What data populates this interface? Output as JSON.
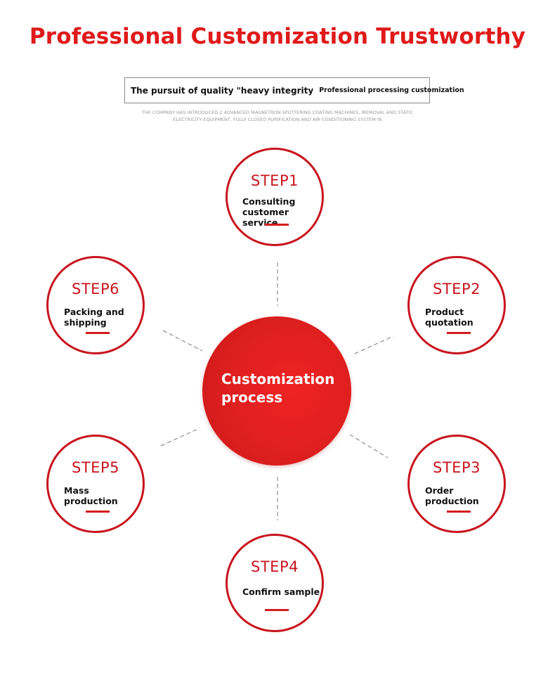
{
  "header": {
    "title": "Professional Customization Trustworthy",
    "tagline_main": "The pursuit of quality \"heavy integrity",
    "tagline_sub": "Professional processing customization",
    "note": "THE COMPANY HAS INTRODUCED 2 ADVANCED MAGNETRON SPUTTERING COATING MACHINES, IREMOVAL AND STATIC ELECTRICITY EQUIPMENT, FULLY CLOSED PURIFICATION AND AIR CONDITIONING SYSTEM IN"
  },
  "diagram": {
    "center_label": "Customization process",
    "steps": [
      {
        "title": "STEP1",
        "desc": "Consulting customer service"
      },
      {
        "title": "STEP2",
        "desc": "Product quotation"
      },
      {
        "title": "STEP3",
        "desc": "Order production"
      },
      {
        "title": "STEP4",
        "desc": "Confirm sample"
      },
      {
        "title": "STEP5",
        "desc": "Mass production"
      },
      {
        "title": "STEP6",
        "desc": "Packing and shipping"
      }
    ]
  },
  "colors": {
    "accent_red": "#e01a1a",
    "circle_border": "#c8141d",
    "connector_gray": "#7a7a7a"
  }
}
